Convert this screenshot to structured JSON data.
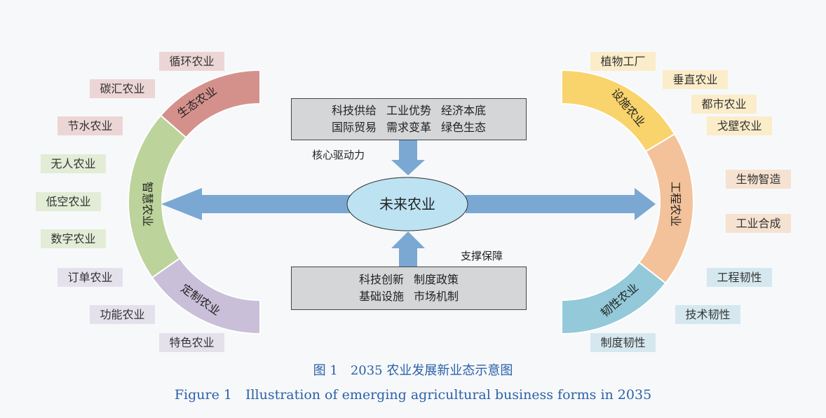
{
  "center": "未来农业",
  "drivers": {
    "items": [
      "科技供给",
      "工业优势",
      "经济本底",
      "国际贸易",
      "需求变革",
      "绿色生态"
    ],
    "label": "核心驱动力"
  },
  "supports": {
    "items": [
      "科技创新",
      "制度政策",
      "基础设施",
      "市场机制"
    ],
    "label": "支撑保障"
  },
  "left_arc": [
    {
      "name": "生态农业",
      "color": "#d4918c",
      "items": [
        "循环农业",
        "碳汇农业",
        "节水农业"
      ],
      "tag_bg": "#ecd6d5"
    },
    {
      "name": "智慧农业",
      "color": "#bcd39b",
      "items": [
        "无人农业",
        "低空农业",
        "数字农业"
      ],
      "tag_bg": "#e3ecd6"
    },
    {
      "name": "定制农业",
      "color": "#c9bfd8",
      "items": [
        "订单农业",
        "功能农业",
        "特色农业"
      ],
      "tag_bg": "#e4e1ec"
    }
  ],
  "right_arc": [
    {
      "name": "设施农业",
      "color": "#f9d36b",
      "items": [
        "植物工厂",
        "垂直农业",
        "都市农业",
        "戈壁农业"
      ],
      "tag_bg": "#fbedc9"
    },
    {
      "name": "工程农业",
      "color": "#f3c29a",
      "items": [
        "生物智造",
        "工业合成"
      ],
      "tag_bg": "#f6e2d1"
    },
    {
      "name": "韧性农业",
      "color": "#93c9d9",
      "items": [
        "工程韧性",
        "技术韧性",
        "制度韧性"
      ],
      "tag_bg": "#d5e8ef"
    }
  ],
  "colors": {
    "arrow": "#7aa8d3",
    "ellipse": "#bde3f3",
    "caption": "#2a61a8"
  },
  "caption": {
    "zh": "图 1　2035 农业发展新业态示意图",
    "en": "Figure 1　Illustration of emerging agricultural business forms in 2035"
  }
}
